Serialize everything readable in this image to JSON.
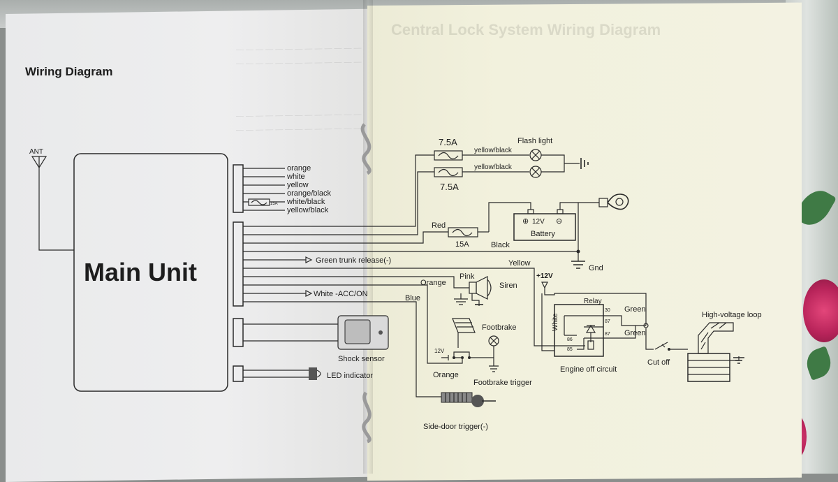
{
  "diagram": {
    "title": "Wiring Diagram",
    "antenna_label": "ANT",
    "main_unit_label": "Main Unit",
    "harness1_wires": [
      "orange",
      "white",
      "yellow",
      "orange/black",
      "white/black",
      "yellow/black"
    ],
    "harness1_fuse_label": "15A",
    "fuse_top": "7.5A",
    "fuse_bottom": "7.5A",
    "flash_wire_top": "yellow/black",
    "flash_wire_bottom": "yellow/black",
    "flash_light_label": "Flash light",
    "battery_label": "Battery",
    "battery_voltage": "12V",
    "battery_plus": "⊕",
    "battery_minus": "⊖",
    "red_label": "Red",
    "fuse_15a_label": "15A",
    "black_label": "Black",
    "gnd_label": "Gnd",
    "green_trunk_label": "Green trunk release(-)",
    "yellow_label": "Yellow",
    "pink_label": "Pink",
    "siren_label": "Siren",
    "orange_label": "Orange",
    "white_acc_label": "White -ACC/ON",
    "blue_label": "Blue",
    "footbrake_label": "Footbrake",
    "footbrake_12v": "12V",
    "orange_bottom_label": "Orange",
    "footbrake_trigger_label": "Footbrake trigger",
    "shock_sensor_label": "Shock sensor",
    "led_label": "LED indicator",
    "side_door_label": "Side-door  trigger(-)",
    "plus12v_label": "+12V",
    "relay_label": "Relay",
    "relay_pins": [
      "30",
      "87",
      "87",
      "86",
      "85"
    ],
    "relay_white_label": "White",
    "green_label_1": "Green",
    "green_label_2": "Green",
    "engine_off_label": "Engine off circuit",
    "cut_off_label": "Cut off",
    "high_voltage_label": "High-voltage loop"
  },
  "right_page_ghost": {
    "heading": "Central Lock System Wiring Diagram"
  },
  "colors": {
    "page_left": "#ecebec",
    "page_right": "#f2f1dd",
    "ink": "#1d1d1d"
  }
}
